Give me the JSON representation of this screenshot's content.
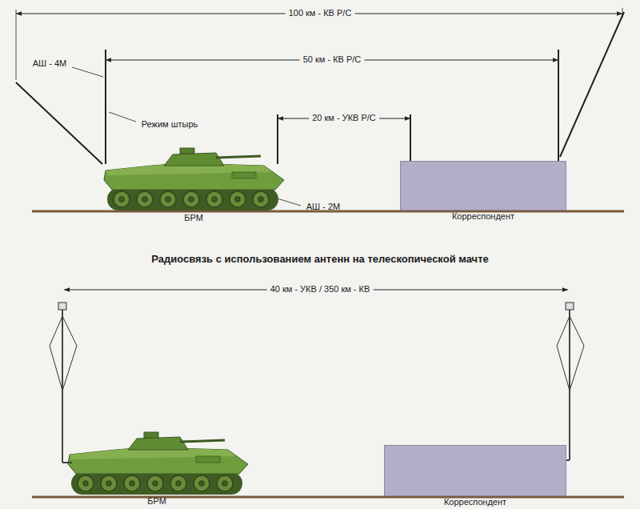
{
  "diagram": {
    "nodes": [
      {
        "text": [
          "Корреспондент"
        ]
      },
      {
        "text": [
          "Корреспондент"
        ]
      }
    ],
    "labels": [
      "100 км - КВ Р/С",
      "АШ - 4М",
      "50 км - КВ Р/С",
      "Режим штырь",
      "20 км - УКВ Р/С",
      "БРМ",
      "АШ - 2М",
      "Радиосвязь с использованием антенн на телескопической мачте",
      "40 км - УКВ / 350 км - КВ",
      "БРМ"
    ]
  }
}
